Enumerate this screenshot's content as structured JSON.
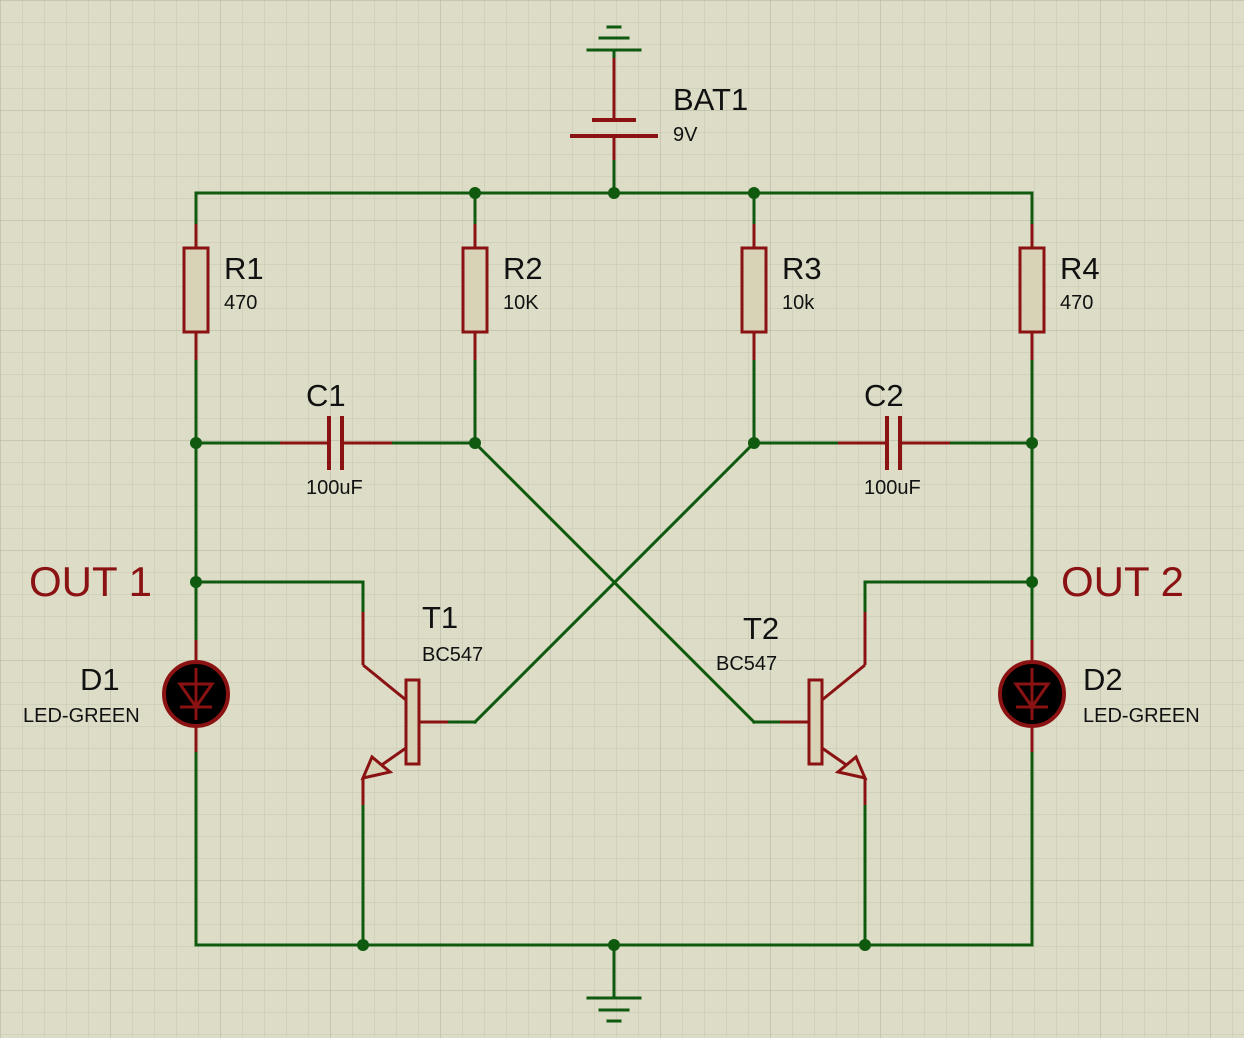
{
  "components": {
    "bat1": {
      "ref": "BAT1",
      "value": "9V"
    },
    "r1": {
      "ref": "R1",
      "value": "470"
    },
    "r2": {
      "ref": "R2",
      "value": "10K"
    },
    "r3": {
      "ref": "R3",
      "value": "10k"
    },
    "r4": {
      "ref": "R4",
      "value": "470"
    },
    "c1": {
      "ref": "C1",
      "value": "100uF"
    },
    "c2": {
      "ref": "C2",
      "value": "100uF"
    },
    "t1": {
      "ref": "T1",
      "value": "BC547"
    },
    "t2": {
      "ref": "T2",
      "value": "BC547"
    },
    "d1": {
      "ref": "D1",
      "value": "LED-GREEN"
    },
    "d2": {
      "ref": "D2",
      "value": "LED-GREEN"
    }
  },
  "outputs": {
    "out1": "OUT 1",
    "out2": "OUT 2"
  },
  "colors": {
    "background": "#dcdcc7",
    "grid_minor": "#c6c6b2",
    "grid_major": "#b8b8a4",
    "wire": "#0f5a0f",
    "component": "#8b1212",
    "component_fill": "#d8d3b6",
    "led_fill": "#000000",
    "label_red": "#8b1212"
  }
}
